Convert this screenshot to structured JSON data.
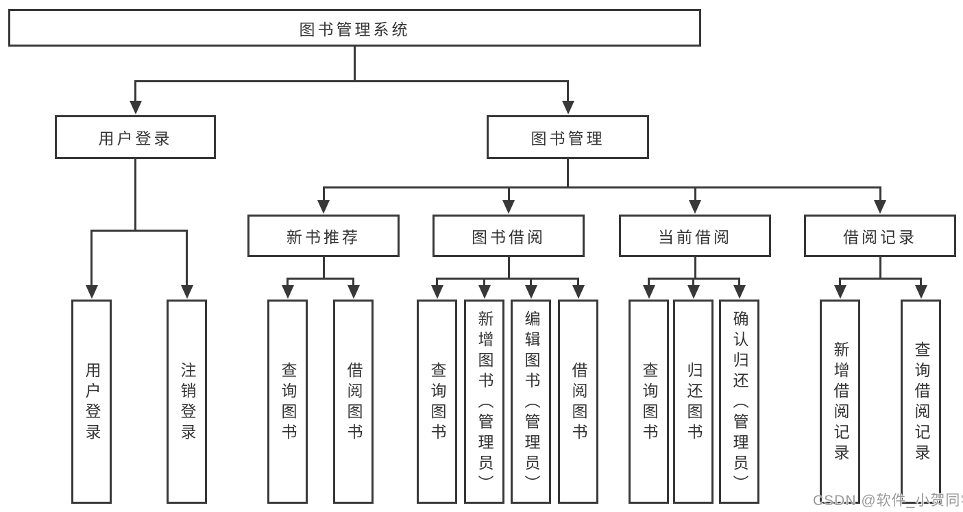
{
  "diagram": {
    "title": "图书管理系统",
    "children": [
      {
        "label": "用户登录",
        "children": [
          {
            "label": "用户登录"
          },
          {
            "label": "注销登录"
          }
        ]
      },
      {
        "label": "图书管理",
        "children": [
          {
            "label": "新书推荐",
            "children": [
              {
                "label": "查询图书"
              },
              {
                "label": "借阅图书"
              }
            ]
          },
          {
            "label": "图书借阅",
            "children": [
              {
                "label": "查询图书"
              },
              {
                "label": "新增图书（管理员）"
              },
              {
                "label": "编辑图书（管理员）"
              },
              {
                "label": "借阅图书"
              }
            ]
          },
          {
            "label": "当前借阅",
            "children": [
              {
                "label": "查询图书"
              },
              {
                "label": "归还图书"
              },
              {
                "label": "确认归还（管理员）"
              }
            ]
          },
          {
            "label": "借阅记录",
            "children": [
              {
                "label": "新增借阅记录"
              },
              {
                "label": "查询借阅记录"
              }
            ]
          }
        ]
      }
    ]
  },
  "watermark": "CSDN @软件_小贺同学",
  "colors": {
    "line": "#383838",
    "text": "#333333",
    "watermark": "#999999",
    "background": "#ffffff"
  }
}
